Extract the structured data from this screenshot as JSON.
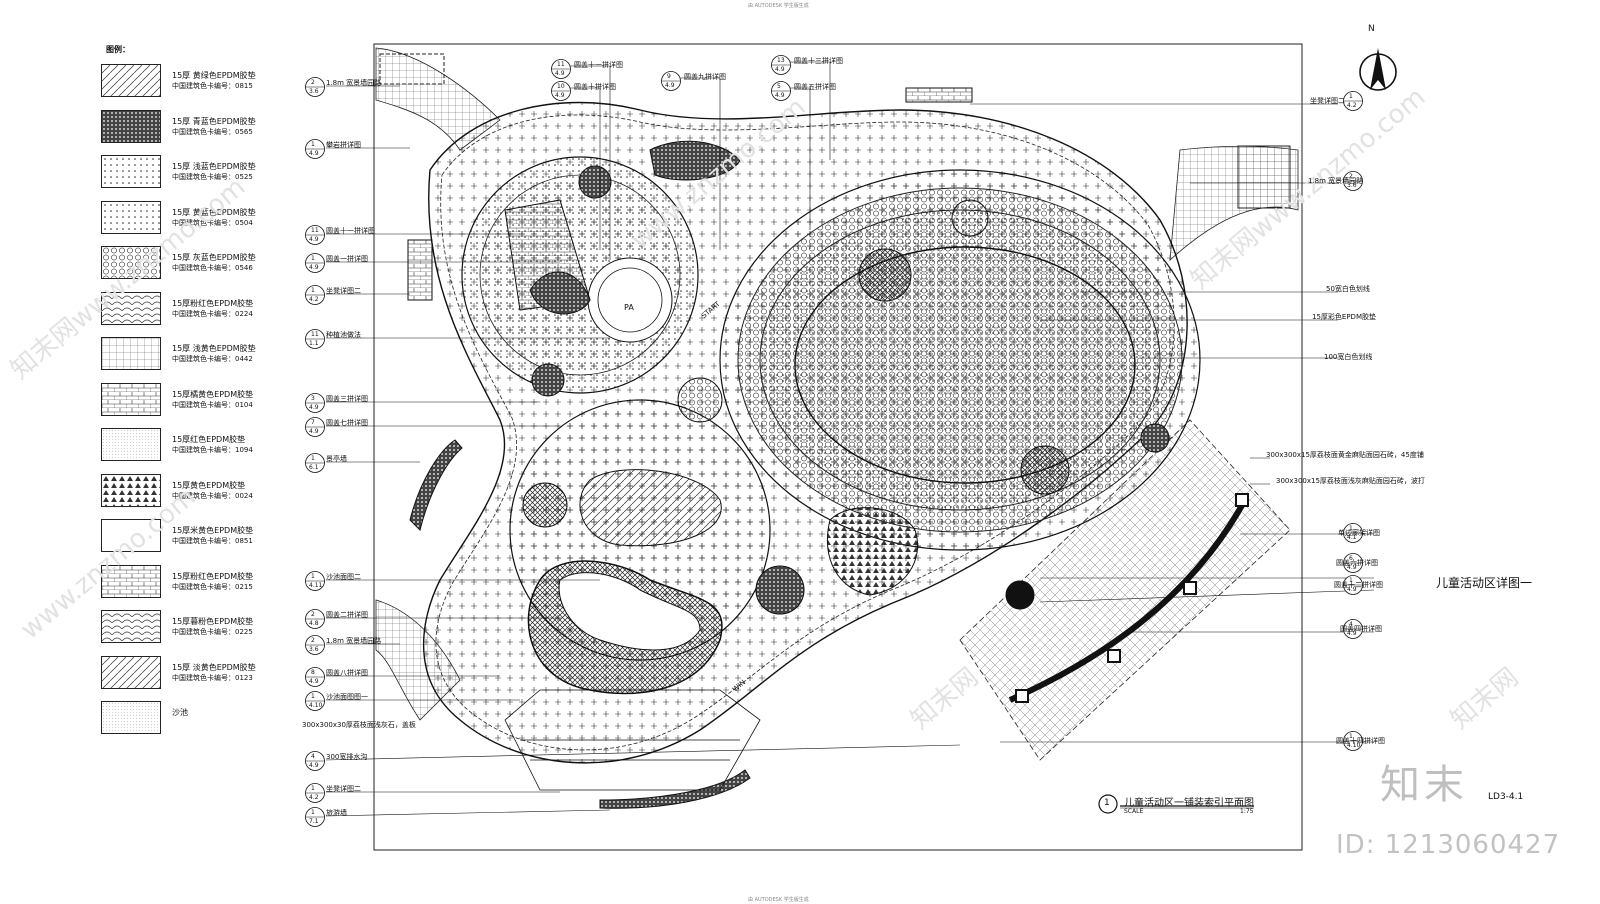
{
  "legend": {
    "title": "图例：",
    "items": [
      {
        "name": "15厚 黄绿色EPDM胶垫",
        "code": "中国建筑色卡编号：0815"
      },
      {
        "name": "15厚 青蓝色EPDM胶垫",
        "code": "中国建筑色卡编号：0565"
      },
      {
        "name": "15厚 浅蓝色EPDM胶垫",
        "code": "中国建筑色卡编号：0525"
      },
      {
        "name": "15厚 黄蓝色EPDM胶垫",
        "code": "中国建筑色卡编号：0504"
      },
      {
        "name": "15厚 灰蓝色EPDM胶垫",
        "code": "中国建筑色卡编号：0546"
      },
      {
        "name": "15厚粉红色EPDM胶垫",
        "code": "中国建筑色卡编号：0224"
      },
      {
        "name": "15厚 浅黄色EPDM胶垫",
        "code": "中国建筑色卡编号：0442"
      },
      {
        "name": "15厚橘黄色EPDM胶垫",
        "code": "中国建筑色卡编号：0104"
      },
      {
        "name": "15厚红色EPDM胶垫",
        "code": "中国建筑色卡编号：1094"
      },
      {
        "name": "15厚黄色EPDM胶垫",
        "code": "中国建筑色卡编号：0024"
      },
      {
        "name": "15厚米黄色EPDM胶垫",
        "code": "中国建筑色卡编号：0851"
      },
      {
        "name": "15厚粉红色EPDM胶垫",
        "code": "中国建筑色卡编号：0215"
      },
      {
        "name": "15厚暮粉色EPDM胶垫",
        "code": "中国建筑色卡编号：0225"
      },
      {
        "name": "15厚 淡黄色EPDM胶垫",
        "code": "中国建筑色卡编号：0123"
      },
      {
        "name": "沙池",
        "code": ""
      }
    ]
  },
  "callouts_left": [
    {
      "text": "1.8m 宽景墙园路",
      "top": "2",
      "bottom": "3.6"
    },
    {
      "text": "攀岩拼详图",
      "top": "1",
      "bottom": "4.9"
    },
    {
      "text": "圆盖十一拼详图",
      "top": "11",
      "bottom": "4.9"
    },
    {
      "text": "圆盖一拼详图",
      "top": "1",
      "bottom": "4.9"
    },
    {
      "text": "坐凳详图二",
      "top": "1",
      "bottom": "4.2"
    },
    {
      "text": "种植池做法",
      "top": "11",
      "bottom": "1.1"
    },
    {
      "text": "圆盖三拼详图",
      "top": "3",
      "bottom": "4.9"
    },
    {
      "text": "圆盖七拼详图",
      "top": "7",
      "bottom": "4.9"
    },
    {
      "text": "景亭墙",
      "top": "1",
      "bottom": "6.1"
    },
    {
      "text": "沙池面图二",
      "top": "1",
      "bottom": "4.11"
    },
    {
      "text": "圆盖二拼详图",
      "top": "2",
      "bottom": "4.8"
    },
    {
      "text": "1.8m 宽景墙园路",
      "top": "2",
      "bottom": "3.6"
    },
    {
      "text": "圆盖八拼详图",
      "top": "8",
      "bottom": "4.9"
    },
    {
      "text": "沙池面图图一",
      "top": "1",
      "bottom": "4.10"
    },
    {
      "text": "300宽排水沟",
      "top": "4",
      "bottom": "4.9"
    },
    {
      "text": "坐凳详图二",
      "top": "1",
      "bottom": "4.2"
    },
    {
      "text": "旅游墙",
      "top": "1",
      "bottom": "7.1"
    }
  ],
  "callouts_top": [
    {
      "text": "圆盖十一拼详图",
      "top": "11",
      "bottom": "4.9"
    },
    {
      "text": "圆盖十拼详图",
      "top": "10",
      "bottom": "4.9"
    },
    {
      "text": "圆盖九拼详图",
      "top": "9",
      "bottom": "4.9"
    },
    {
      "text": "圆盖十三拼详图",
      "top": "13",
      "bottom": "4.9"
    },
    {
      "text": "圆盖五拼详图",
      "top": "5",
      "bottom": "4.9"
    }
  ],
  "callouts_right": [
    {
      "text": "坐凳详图二",
      "top": "1",
      "bottom": "4.2"
    },
    {
      "text": "1.8m 宽景墙园路",
      "top": "2",
      "bottom": "3.6"
    },
    {
      "text": "50宽白色划线",
      "top": "",
      "bottom": ""
    },
    {
      "text": "15厚彩色EPDM胶垫",
      "top": "",
      "bottom": ""
    },
    {
      "text": "100宽白色划线",
      "top": "",
      "bottom": ""
    },
    {
      "text": "300x300x15厚荔枝面黄金麻贴面园石砖，45度铺",
      "top": "",
      "bottom": ""
    },
    {
      "text": "300x300x15厚荔枝面浅灰麻贴面园石砖，波打",
      "top": "",
      "bottom": ""
    },
    {
      "text": "单边廊架详图",
      "top": "1",
      "bottom": "4.1"
    },
    {
      "text": "圆盖六拼详图",
      "top": "6",
      "bottom": "4.9"
    },
    {
      "text": "圆盖十二拼详图",
      "top": "1",
      "bottom": "4.9"
    },
    {
      "text": "圆盖四拼详图",
      "top": "4",
      "bottom": "4.9"
    },
    {
      "text": "圆盖十四拼详图",
      "top": "1",
      "bottom": "4.10"
    }
  ],
  "bottom_note": "300x300x30厚荔枝面浅灰石，盖板",
  "plan_labels": {
    "pa": "PA",
    "start": "START",
    "win": "WIN"
  },
  "title_block": {
    "number": "1",
    "title": "儿童活动区一铺装索引平面图",
    "scale_label": "SCALE",
    "ratio": "1:75"
  },
  "detail_label": "儿童活动区详图一",
  "sheet_no": "LD3-4.1",
  "north": "N",
  "watermark": {
    "logo": "知末",
    "id": "ID: 1213060427",
    "site": "www.znzmo.com"
  },
  "autodesk_mark": "由 AUTODESK 学生版生成"
}
